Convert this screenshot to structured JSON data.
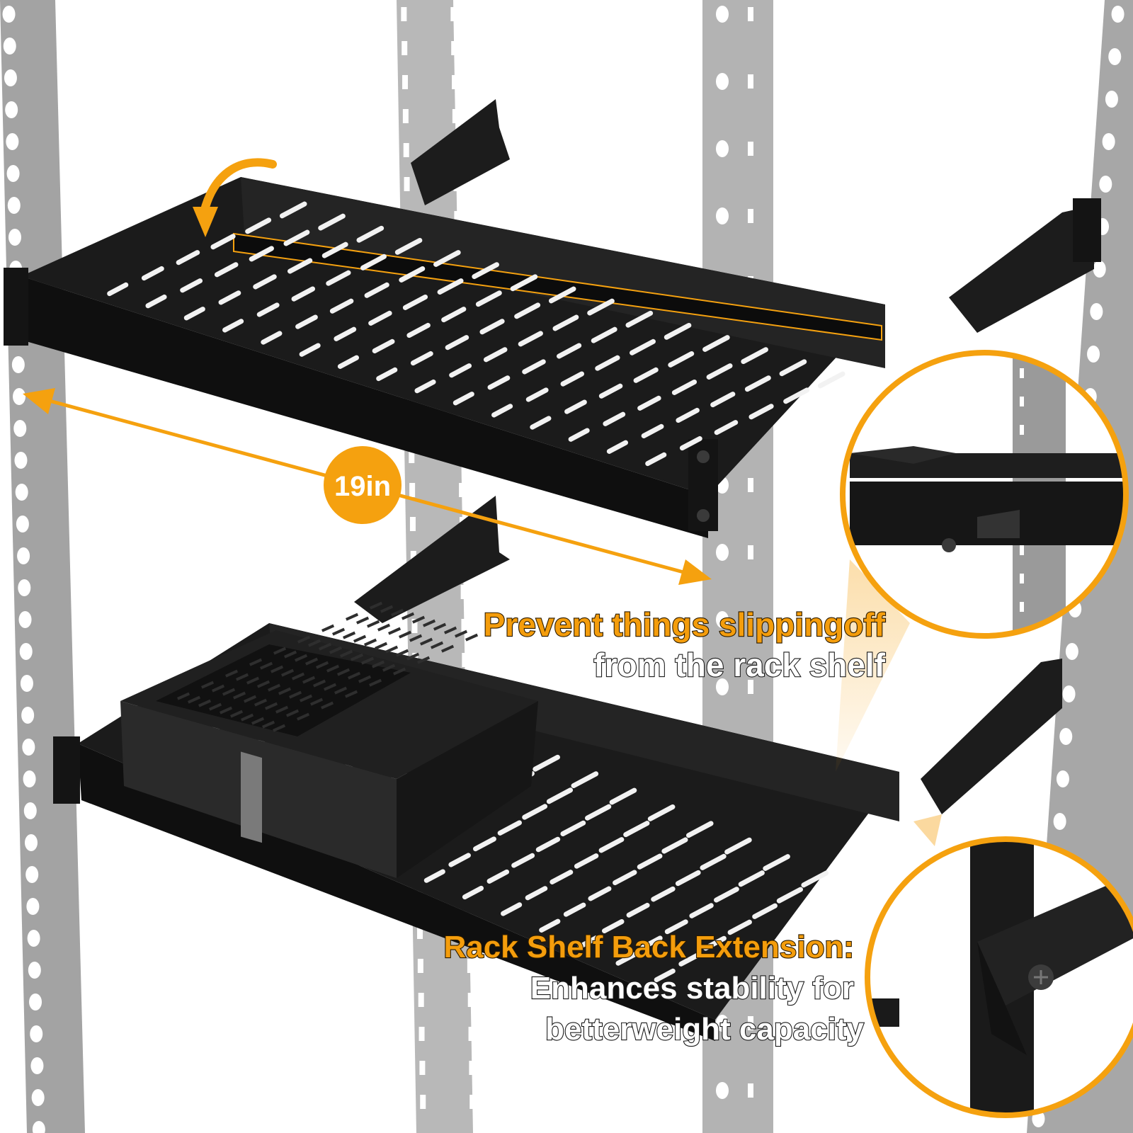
{
  "colors": {
    "accent": "#f5a10f",
    "accent_dark": "#d98a00",
    "rail": "#a6a6a6",
    "rail_shadow": "#8f8f8f",
    "hole": "#ffffff",
    "shelf": "#1b1b1b",
    "shelf_edge": "#2c2c2c",
    "slot": "#ffffff",
    "background": "#ffffff"
  },
  "dimension": {
    "label": "19in"
  },
  "callouts": {
    "prevent": {
      "line1": "Prevent things slippingoff",
      "line2": "from the rack shelf"
    },
    "extension": {
      "line1": "Rack Shelf Back Extension:",
      "line2": "Enhances stability for",
      "line3": "betterweight capacity"
    }
  },
  "icons": [
    "rotate-arrow-icon",
    "dimension-arrow-icon",
    "zoom-circle-icon"
  ]
}
